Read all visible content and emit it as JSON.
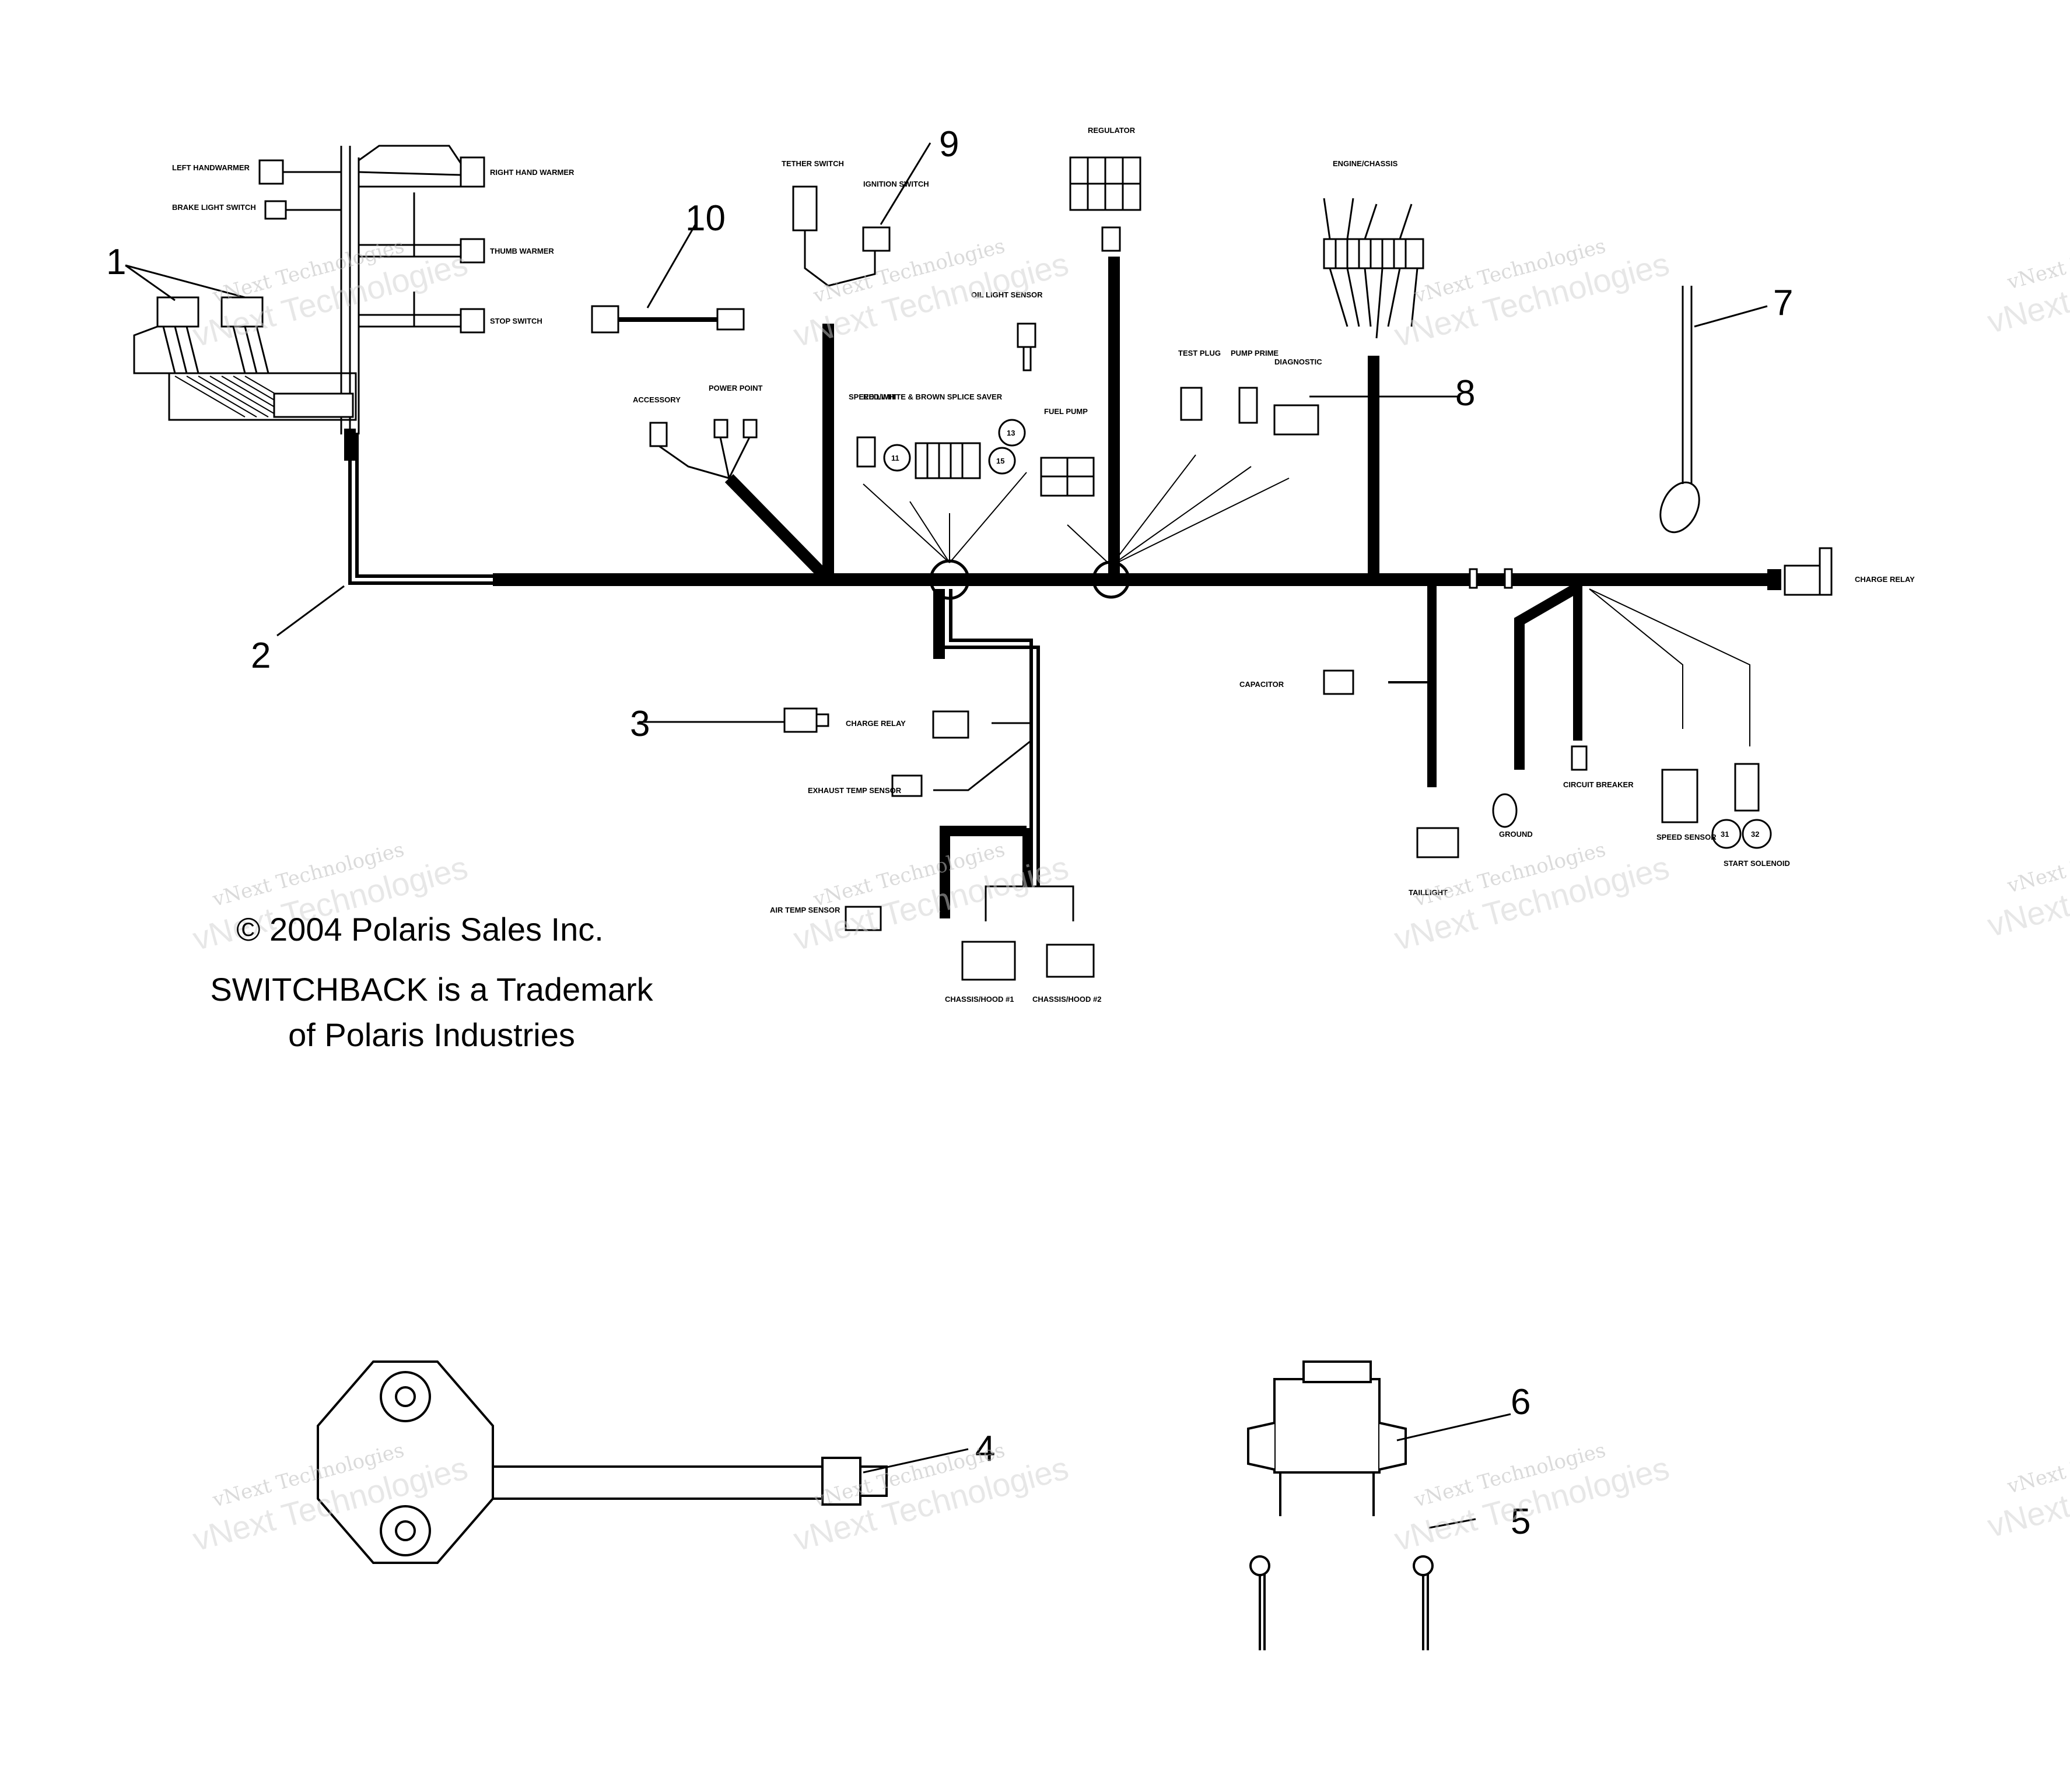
{
  "notes": {
    "copyright": "© 2004 Polaris Sales Inc.",
    "trademark_line1": "SWITCHBACK is a Trademark",
    "trademark_line2": "of Polaris Industries"
  },
  "callouts": [
    "1",
    "2",
    "3",
    "4",
    "5",
    "6",
    "7",
    "8",
    "9",
    "10"
  ],
  "component_labels": {
    "left_handwarmer": "LEFT HANDWARMER",
    "brake_light_switch": "BRAKE LIGHT SWITCH",
    "right_hand_warmer": "RIGHT HAND WARMER",
    "thumb_warmer": "THUMB WARMER",
    "stop_switch": "STOP SWITCH",
    "tether_switch": "TETHER SWITCH",
    "ignition_switch": "IGNITION SWITCH",
    "regulator": "REGULATOR",
    "engine_chassis": "ENGINE/CHASSIS",
    "oil_light_sensor": "OIL LIGHT SENSOR",
    "accessory": "ACCESSORY",
    "power_point": "POWER POINT",
    "speed_limit": "SPEED LIMIT",
    "splice_saver": "RED/WHITE & BROWN SPLICE SAVER",
    "fuel_pump": "FUEL PUMP",
    "test_plug": "TEST PLUG",
    "pump_prime": "PUMP PRIME",
    "diagnostic": "DIAGNOSTIC",
    "charge_relay": "CHARGE RELAY",
    "capacitor": "CAPACITOR",
    "exhaust_temp_sensor": "EXHAUST TEMP SENSOR",
    "air_temp_sensor": "AIR TEMP SENSOR",
    "chassis_hood_1": "CHASSIS/HOOD #1",
    "chassis_hood_2": "CHASSIS/HOOD #2",
    "taillight": "TAILLIGHT",
    "ground": "GROUND",
    "circuit_breaker": "CIRCUIT BREAKER",
    "speed_sensor": "SPEED SENSOR",
    "start_solenoid": "START SOLENOID"
  },
  "circle_numbers": {
    "n11": "11",
    "n13": "13",
    "n15": "15",
    "n31": "31",
    "n32": "32"
  },
  "watermark": {
    "line1": "vNext Technologies",
    "line2": "vNext Technologies"
  }
}
